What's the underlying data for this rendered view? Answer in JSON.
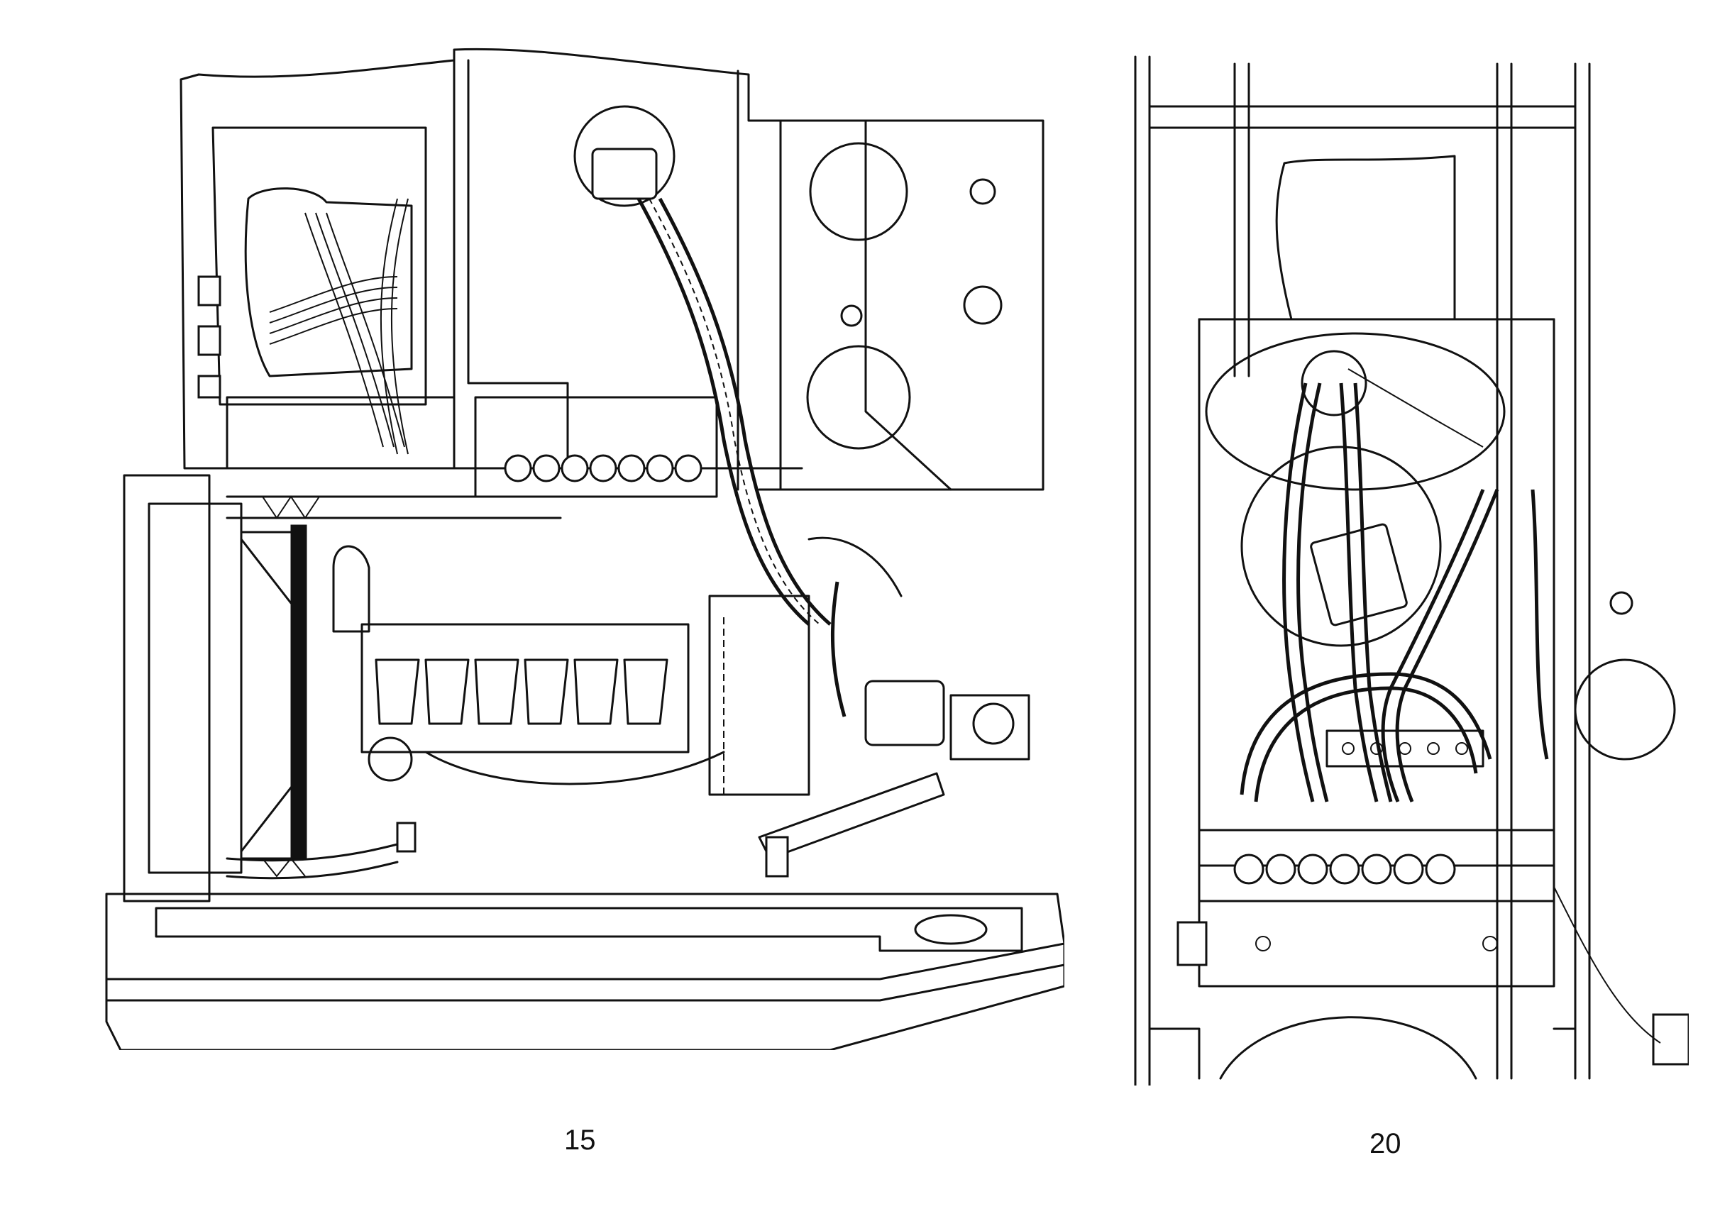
{
  "figures": [
    {
      "id": "engine-bay-left",
      "caption": "15"
    },
    {
      "id": "engine-bay-right",
      "caption": "20"
    }
  ]
}
